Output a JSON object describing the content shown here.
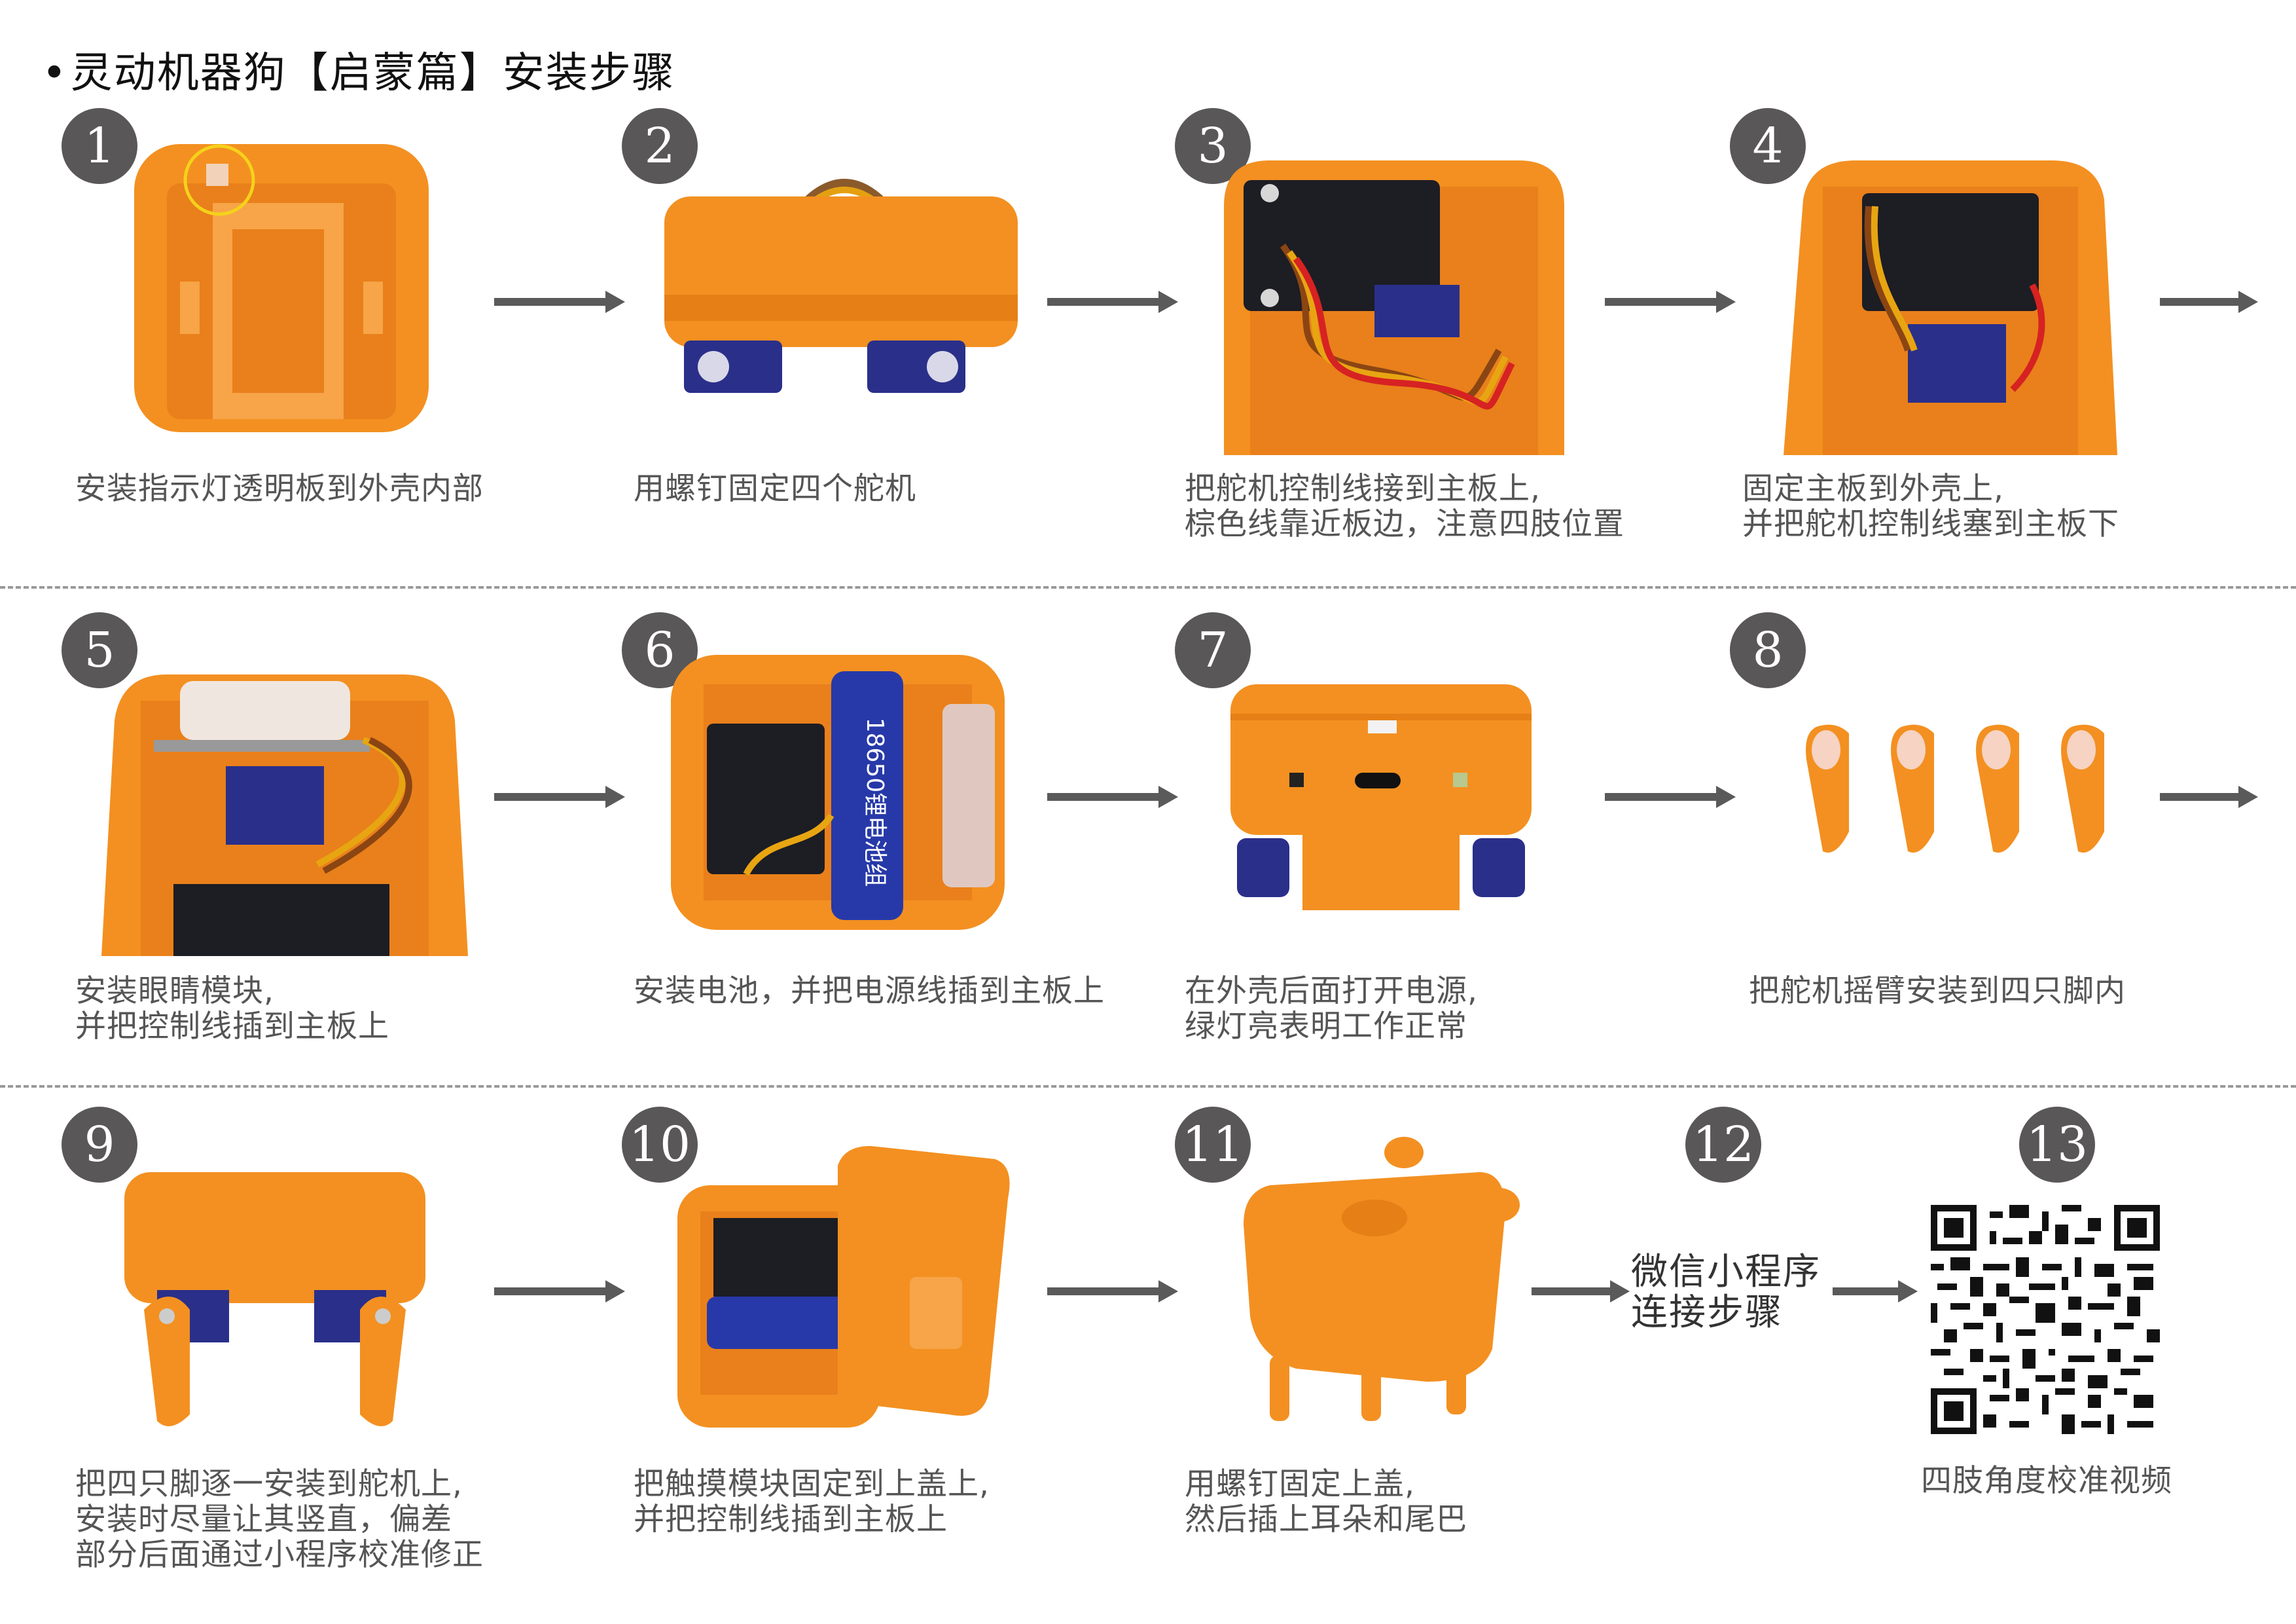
{
  "title": "灵动机器狗【启蒙篇】安装步骤",
  "title_bullet": "•",
  "colors": {
    "orange": "#F39021",
    "orange_dark": "#D9741A",
    "badge": "#595757",
    "arrow": "#5A5A5A"
  },
  "steps": [
    {
      "number": "1",
      "caption": "安装指示灯透明板到外壳内部"
    },
    {
      "number": "2",
      "caption": "用螺钉固定四个舵机"
    },
    {
      "number": "3",
      "caption": "把舵机控制线接到主板上,\n棕色线靠近板边，注意四肢位置"
    },
    {
      "number": "4",
      "caption": "固定主板到外壳上,\n并把舵机控制线塞到主板下"
    },
    {
      "number": "5",
      "caption": "安装眼睛模块,\n并把控制线插到主板上"
    },
    {
      "number": "6",
      "caption": "安装电池，并把电源线插到主板上"
    },
    {
      "number": "7",
      "caption": "在外壳后面打开电源,\n绿灯亮表明工作正常"
    },
    {
      "number": "8",
      "caption": "把舵机摇臂安装到四只脚内"
    },
    {
      "number": "9",
      "caption": "把四只脚逐一安装到舵机上,\n安装时尽量让其竖直，偏差\n部分后面通过小程序校准修正"
    },
    {
      "number": "10",
      "caption": "把触摸模块固定到上盖上,\n并把控制线插到主板上"
    },
    {
      "number": "11",
      "caption": "用螺钉固定上盖,\n然后插上耳朵和尾巴"
    },
    {
      "number": "12",
      "caption": ""
    },
    {
      "number": "13",
      "caption": "四肢角度校准视频"
    }
  ],
  "mini_program_label": "微信小程序\n连接步骤",
  "battery_text": "18650锂电池组"
}
